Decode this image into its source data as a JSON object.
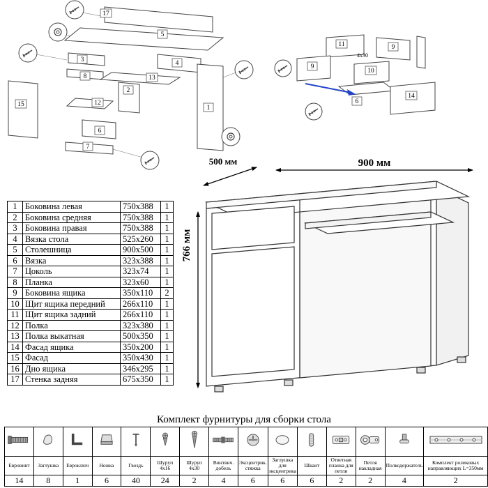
{
  "parts_table": {
    "rows": [
      {
        "num": "1",
        "name": "Боковина левая",
        "size": "750x388",
        "qty": "1"
      },
      {
        "num": "2",
        "name": "Боковина средняя",
        "size": "750x388",
        "qty": "1"
      },
      {
        "num": "3",
        "name": "Боковина правая",
        "size": "750x388",
        "qty": "1"
      },
      {
        "num": "4",
        "name": "Вязка стола",
        "size": "525x260",
        "qty": "1"
      },
      {
        "num": "5",
        "name": "Столешница",
        "size": "900x500",
        "qty": "1"
      },
      {
        "num": "6",
        "name": "Вязка",
        "size": "323x388",
        "qty": "1"
      },
      {
        "num": "7",
        "name": "Цоколь",
        "size": "323x74",
        "qty": "1"
      },
      {
        "num": "8",
        "name": "Планка",
        "size": "323x60",
        "qty": "1"
      },
      {
        "num": "9",
        "name": "Боковина ящика",
        "size": "350x110",
        "qty": "2"
      },
      {
        "num": "10",
        "name": "Щит ящика передний",
        "size": "266x110",
        "qty": "1"
      },
      {
        "num": "11",
        "name": "Щит ящика задний",
        "size": "266x110",
        "qty": "1"
      },
      {
        "num": "12",
        "name": "Полка",
        "size": "323x380",
        "qty": "1"
      },
      {
        "num": "13",
        "name": "Полка выкатная",
        "size": "500x350",
        "qty": "1"
      },
      {
        "num": "14",
        "name": "Фасад ящика",
        "size": "350x200",
        "qty": "1"
      },
      {
        "num": "15",
        "name": "Фасад",
        "size": "350x430",
        "qty": "1"
      },
      {
        "num": "16",
        "name": "Дно ящика",
        "size": "346x295",
        "qty": "1"
      },
      {
        "num": "17",
        "name": "Стенка задняя",
        "size": "675x350",
        "qty": "1"
      }
    ]
  },
  "desk": {
    "dims": {
      "width": "900 мм",
      "depth": "500 мм",
      "height": "766 мм"
    }
  },
  "exploded_main": {
    "labels": [
      "17",
      "5",
      "3",
      "8",
      "4",
      "13",
      "2",
      "12",
      "15",
      "6",
      "7",
      "1"
    ]
  },
  "exploded_drawer": {
    "labels": [
      "11",
      "9",
      "9",
      "10",
      "6",
      "14"
    ],
    "screw_note": "4x30"
  },
  "hardware": {
    "title": "Комплект фурнитуры для сборки стола",
    "items": [
      {
        "name": "Евровинт",
        "qty": "14",
        "icon": "euro-screw-icon"
      },
      {
        "name": "Заглушка",
        "qty": "8",
        "icon": "plug-icon"
      },
      {
        "name": "Евроключ",
        "qty": "1",
        "icon": "hex-key-icon"
      },
      {
        "name": "Ножка",
        "qty": "6",
        "icon": "leg-icon"
      },
      {
        "name": "Гвоздь",
        "qty": "40",
        "icon": "nail-icon"
      },
      {
        "name": "Шуруп 4x16",
        "qty": "24",
        "icon": "screw-short-icon"
      },
      {
        "name": "Шуруп 4x30",
        "qty": "2",
        "icon": "screw-long-icon"
      },
      {
        "name": "Винтвич. добель",
        "qty": "4",
        "icon": "double-thread-dowel-icon"
      },
      {
        "name": "Эксцентрик. стяжка",
        "qty": "6",
        "icon": "eccentric-cam-icon"
      },
      {
        "name": "Заглушка для эксцентрика",
        "qty": "6",
        "icon": "cam-cover-icon"
      },
      {
        "name": "Шкант",
        "qty": "6",
        "icon": "wood-dowel-icon"
      },
      {
        "name": "Ответная планка для петли",
        "qty": "2",
        "icon": "hinge-plate-icon"
      },
      {
        "name": "Петля накладная",
        "qty": "2",
        "icon": "hinge-icon"
      },
      {
        "name": "Полкодержатель",
        "qty": "4",
        "icon": "shelf-support-icon"
      },
      {
        "name": "Комплект роликовых направляющих L=350мм",
        "qty": "2",
        "icon": "roller-rail-icon",
        "wide": true
      }
    ]
  }
}
